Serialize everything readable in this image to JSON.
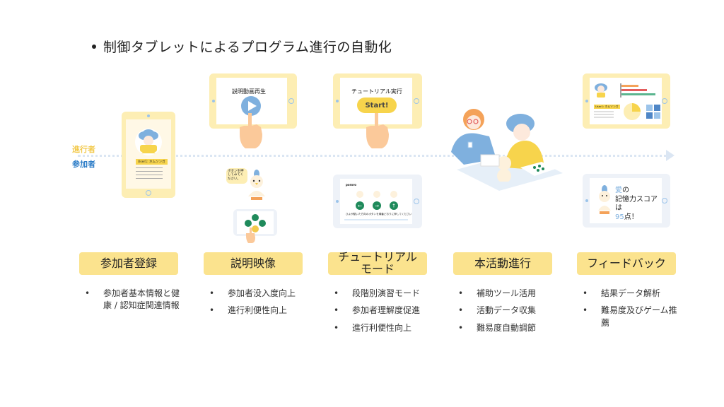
{
  "title": "制御タブレットによるプログラム進行の自動化",
  "roles": {
    "facilitator": "進行者",
    "participant": "参加者"
  },
  "colors": {
    "tablet_yellow": "#fdeeb4",
    "label_yellow": "#fbe38e",
    "facilitator_yellow": "#f2c94c",
    "participant_blue": "#2b7cc7",
    "flow_line": "#dbe6f3",
    "green_button": "#1f8a5b",
    "play_blue": "#7fb0de"
  },
  "illustrations": {
    "registration_tablet": {
      "user_tag": "User1: ホムソンガ"
    },
    "video_tablet": {
      "caption": "説明動画再生"
    },
    "robot_speech": "ボタンを押してみてください。",
    "tutorial_tablet": {
      "caption": "チュートリアル実行",
      "button": "Start!"
    },
    "tutorial_screen": {
      "brand": "pororo",
      "instruction": "ひよが動いた方向のボタンを順番どおりに押してください"
    },
    "feedback_tablet": {
      "user_tag": "User1: ホムソンガ"
    },
    "feedback_score": {
      "name": "愛",
      "line1_suffix": "の",
      "line2": "記憶力スコアは",
      "score": "95",
      "score_suffix": "点！"
    }
  },
  "steps": [
    {
      "label": "参加者登録",
      "bullets": [
        "参加者基本情報と健康 / 認知症関連情報"
      ]
    },
    {
      "label": "説明映像",
      "bullets": [
        "参加者没入度向上",
        "進行利便性向上"
      ]
    },
    {
      "label": "チュートリアルモード",
      "bullets": [
        "段階別演習モード",
        "参加者理解度促進",
        "進行利便性向上"
      ]
    },
    {
      "label": "本活動進行",
      "bullets": [
        "補助ツール活用",
        "活動データ収集",
        "難易度自動調節"
      ]
    },
    {
      "label": "フィードバック",
      "bullets": [
        "結果データ解析",
        "難易度及びゲーム推薦"
      ]
    }
  ]
}
